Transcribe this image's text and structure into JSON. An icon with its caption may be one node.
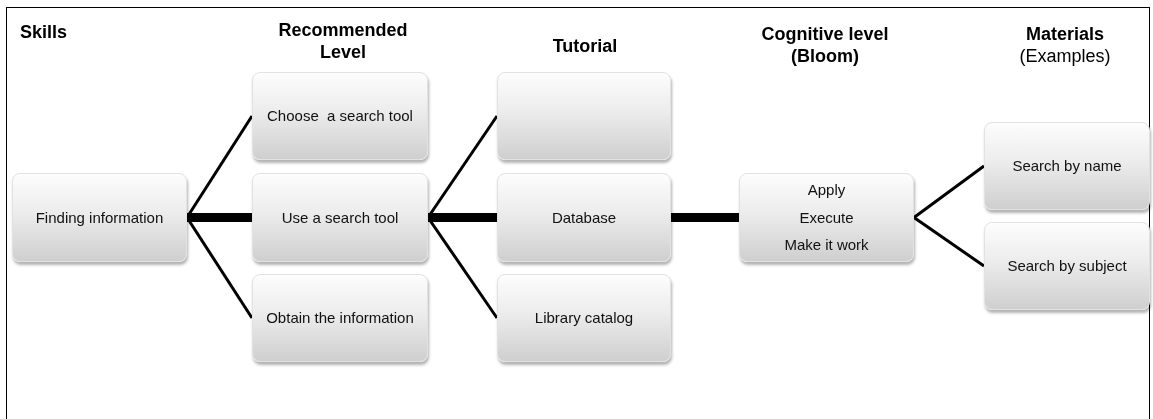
{
  "diagram": {
    "nodes": [
      {
        "text": [
          "Finding information"
        ]
      },
      {
        "text": [
          "Choose  a search tool"
        ]
      },
      {
        "text": [
          "Use a search tool"
        ]
      },
      {
        "text": [
          "Obtain the information"
        ]
      },
      {
        "text": [],
        "shape": "box"
      },
      {
        "text": [
          "Database"
        ]
      },
      {
        "text": [
          "Library catalog"
        ]
      },
      {
        "text": [
          "Apply",
          "Execute",
          "Make it work"
        ]
      },
      {
        "text": [
          "Search by name"
        ]
      },
      {
        "text": [
          "Search by subject"
        ]
      }
    ],
    "edges": [
      {
        "from": 0,
        "to": 1,
        "arrow": "none"
      },
      {
        "from": 0,
        "to": 2,
        "arrow": "none",
        "style": "thick"
      },
      {
        "from": 0,
        "to": 3,
        "arrow": "none"
      },
      {
        "from": 2,
        "to": 4,
        "arrow": "none"
      },
      {
        "from": 2,
        "to": 5,
        "arrow": "none",
        "style": "thick"
      },
      {
        "from": 2,
        "to": 6,
        "arrow": "none"
      },
      {
        "from": 5,
        "to": 7,
        "arrow": "none",
        "style": "thick"
      },
      {
        "from": 7,
        "to": 8,
        "arrow": "none"
      },
      {
        "from": 7,
        "to": 9,
        "arrow": "none"
      }
    ],
    "labels": [
      "Skills",
      "Recommended Level",
      "Tutorial",
      "Cognitive level (Bloom)",
      "**Materials** (Examples)"
    ]
  }
}
